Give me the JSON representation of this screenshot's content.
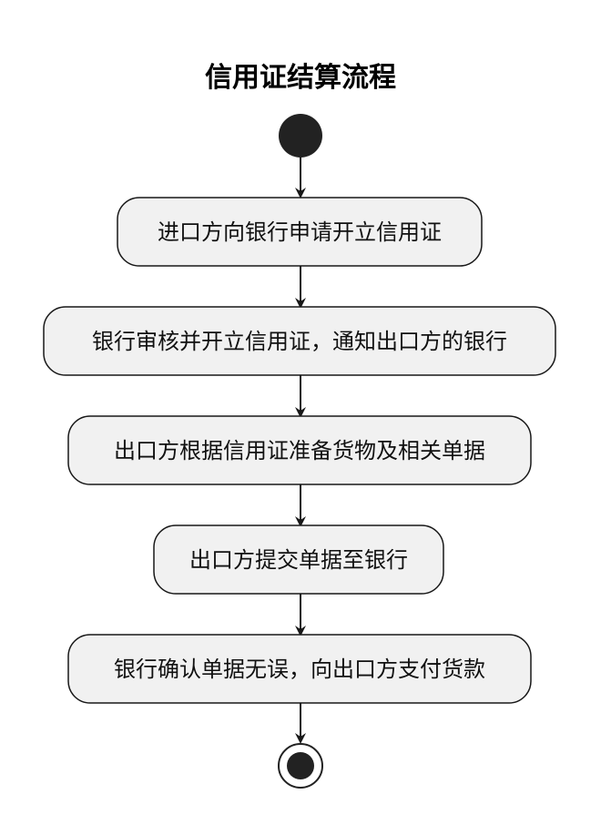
{
  "title": "信用证结算流程",
  "steps": [
    "进口方向银行申请开立信用证",
    "银行审核并开立信用证，通知出口方的银行",
    "出口方根据信用证准备货物及相关单据",
    "出口方提交单据至银行",
    "银行确认单据无误，向出口方支付货款"
  ],
  "colors": {
    "node_fill": "#f1f1f1",
    "node_stroke": "#181818",
    "arrow": "#181818",
    "start_end": "#222222"
  }
}
